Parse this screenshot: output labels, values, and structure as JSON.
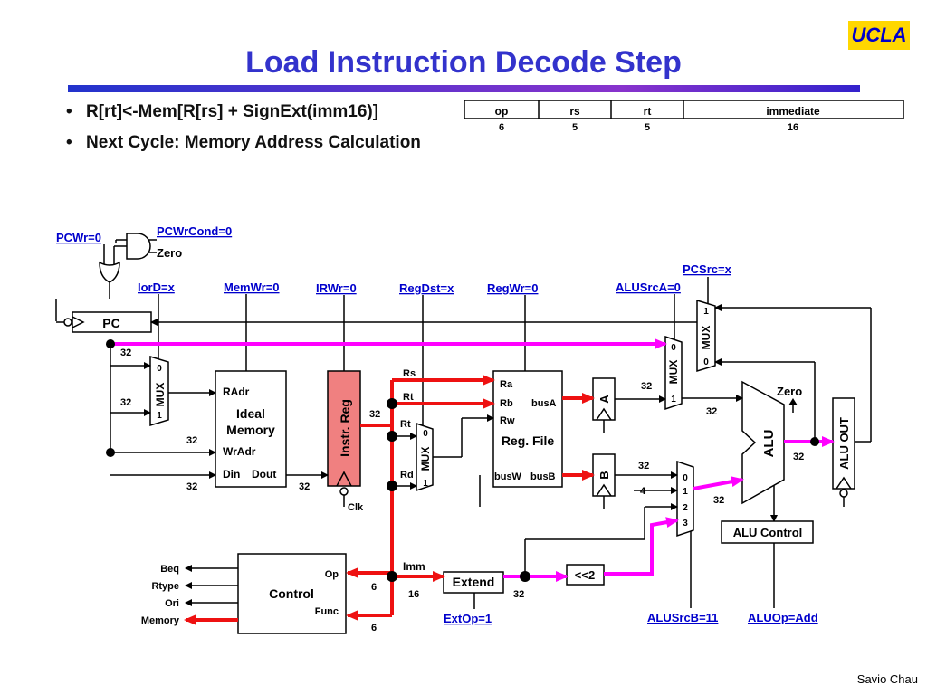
{
  "slide": {
    "logo": "UCLA",
    "title": "Load Instruction Decode Step",
    "bullets": [
      "R[rt]<-Mem[R[rs] + SignExt(imm16)]",
      "Next Cycle: Memory Address Calculation"
    ],
    "author": "Savio Chau"
  },
  "format": {
    "fields": [
      "op",
      "rs",
      "rt",
      "immediate"
    ],
    "widths": [
      "6",
      "5",
      "5",
      "16"
    ]
  },
  "control_signals": {
    "pcwr": "PCWr=0",
    "pcwrcond": "PCWrCond=0",
    "zero_in": "Zero",
    "iord": "IorD=x",
    "memwr": "MemWr=0",
    "irwr": "IRWr=0",
    "regdst": "RegDst=x",
    "regwr": "RegWr=0",
    "alusrca": "ALUSrcA=0",
    "pcsrc": "PCSrc=x",
    "alusrcb": "ALUSrcB=11",
    "aluop": "ALUOp=Add",
    "extop": "ExtOp=1"
  },
  "blocks": {
    "pc": "PC",
    "memory": [
      "Ideal",
      "Memory"
    ],
    "mem_radr": "RAdr",
    "mem_wradr": "WrAdr",
    "mem_din": "Din",
    "mem_dout": "Dout",
    "ir": "Instr. Reg",
    "clk": "Clk",
    "regfile": "Reg. File",
    "ra": "Ra",
    "rb": "Rb",
    "rw": "Rw",
    "busa": "busA",
    "busb": "busB",
    "busw": "busW",
    "reg_a": "A",
    "reg_b": "B",
    "alu": "ALU",
    "alu_zero": "Zero",
    "aluout": "ALU OUT",
    "alucontrol": "ALU Control",
    "control": "Control",
    "control_op": "Op",
    "control_func": "Func",
    "extend": "Extend",
    "shift": "<<2",
    "mux": "MUX"
  },
  "wires": {
    "rs": "Rs",
    "rt": "Rt",
    "rt2": "Rt",
    "rd": "Rd",
    "imm": "Imm",
    "w32": "32",
    "w16": "16",
    "w6": "6",
    "w4": "4",
    "m0": "0",
    "m1": "1",
    "m2": "2",
    "m3": "3"
  },
  "outputs": [
    "Beq",
    "Rtype",
    "Ori",
    "Memory"
  ],
  "colors": {
    "highlight_red": "#ee1111",
    "highlight_magenta": "#ff00ff",
    "label_blue": "#0000cc",
    "ir_fill": "#f08080"
  }
}
